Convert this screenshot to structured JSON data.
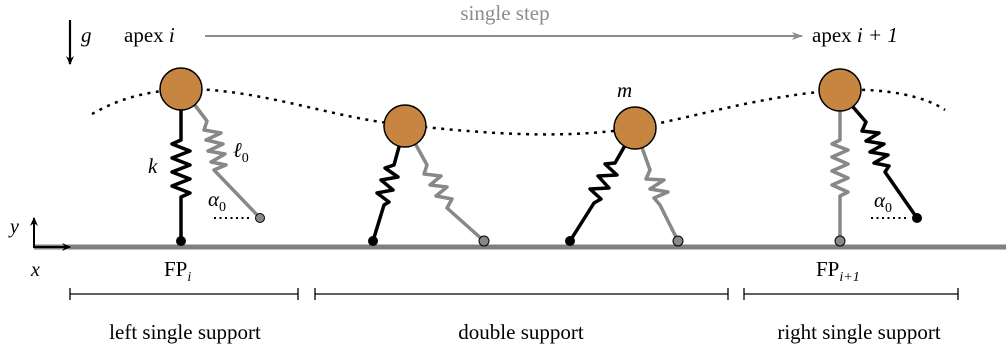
{
  "labels": {
    "gravity": "g",
    "apex_start": "apex",
    "apex_start_var": "i",
    "single_step": "single step",
    "apex_end": "apex",
    "apex_end_var": "i + 1",
    "mass": "m",
    "stiffness": "k",
    "rest_length": "ℓ",
    "rest_length_sub": "0",
    "angle_left": "α",
    "angle_left_sub": "0",
    "angle_right": "α",
    "angle_right_sub": "0",
    "axis_y": "y",
    "axis_x": "x",
    "foot_point_left": "FP",
    "foot_point_left_sub": "i",
    "foot_point_right": "FP",
    "foot_point_right_sub": "i+1"
  },
  "phases": [
    {
      "label": "left single support"
    },
    {
      "label": "double support"
    },
    {
      "label": "right single support"
    }
  ],
  "colors": {
    "mass_fill": "#C68642",
    "active_leg": "#000000",
    "passive_leg": "#888888",
    "ground": "#808080",
    "arrow_gray": "#8c8c8c"
  }
}
